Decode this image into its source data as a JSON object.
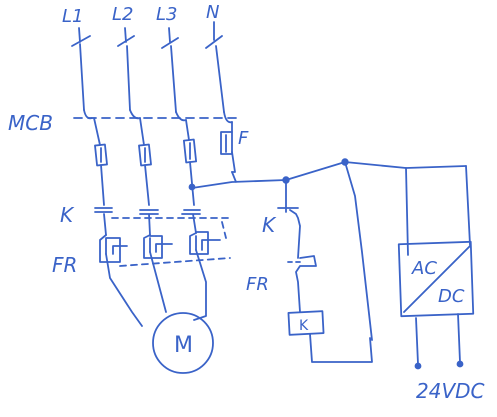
{
  "colors": {
    "ink": "#3a63c8",
    "background": "#ffffff"
  },
  "labels": {
    "phase1": "L1",
    "phase2": "L2",
    "phase3": "L3",
    "neutral": "N",
    "mcb": "MCB",
    "fuse": "F",
    "contactor_main": "K",
    "overload_main": "FR",
    "contactor_ctrl": "K",
    "overload_ctrl": "FR",
    "coil": "K",
    "motor": "M",
    "converter_ac": "AC",
    "converter_dc": "DC",
    "output_voltage": "24VDC"
  }
}
